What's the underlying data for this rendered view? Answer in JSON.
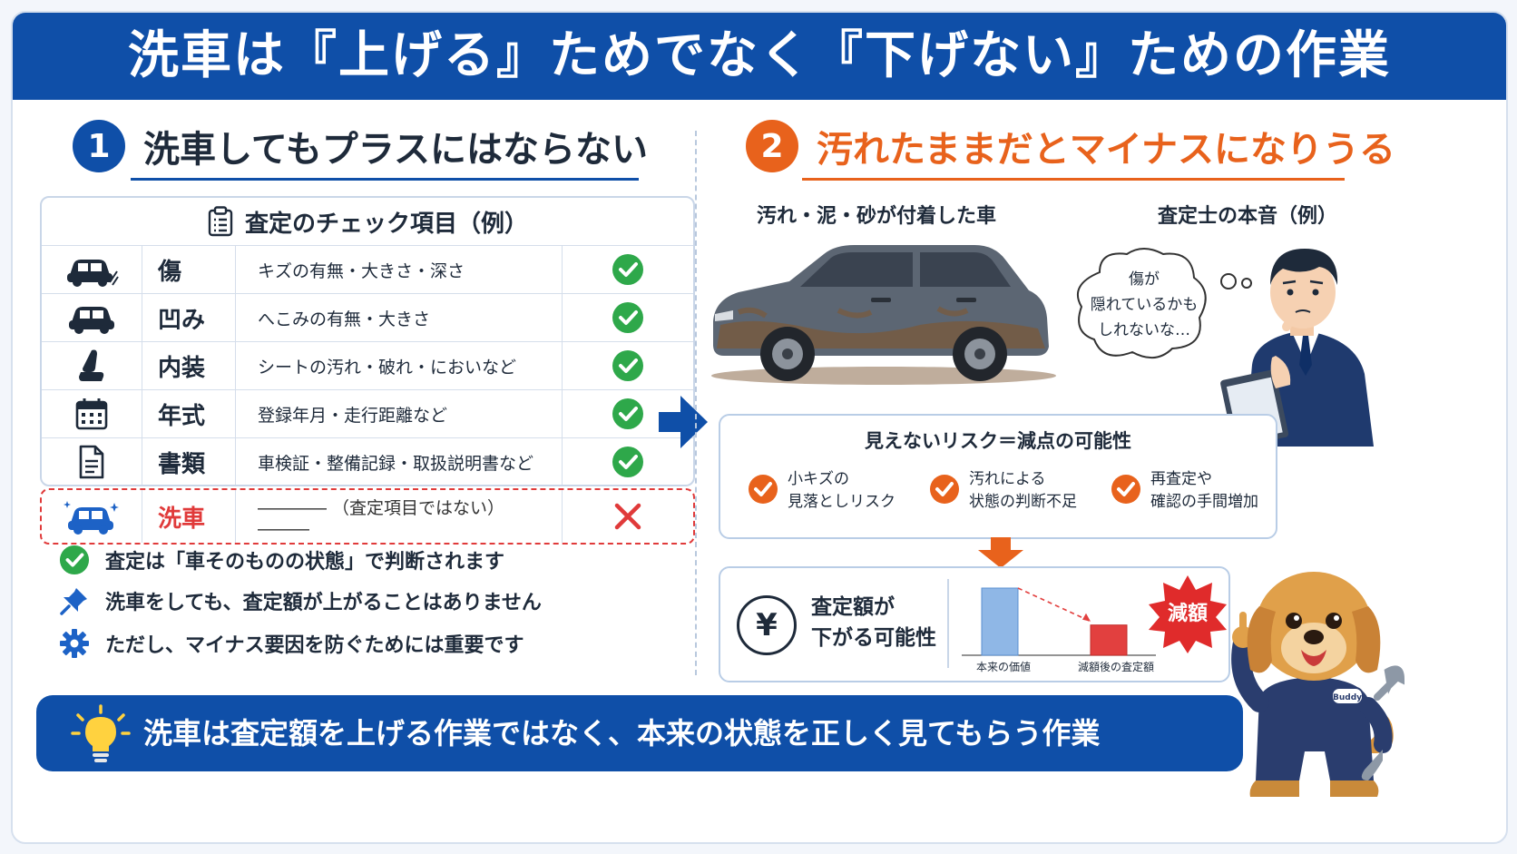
{
  "header": {
    "title": "洗車は『上げる』ためでなく『下げない』ための作業"
  },
  "section1": {
    "number": "1",
    "title": "洗車してもプラスにはならない",
    "table_title": "査定のチェック項目（例）",
    "rows": [
      {
        "icon": "damaged-car-icon",
        "name": "傷",
        "desc": "キズの有無・大きさ・深さ",
        "mark": "check"
      },
      {
        "icon": "car-icon",
        "name": "凹み",
        "desc": "へこみの有無・大きさ",
        "mark": "check"
      },
      {
        "icon": "car-seat-icon",
        "name": "内装",
        "desc": "シートの汚れ・破れ・においなど",
        "mark": "check"
      },
      {
        "icon": "calendar-icon",
        "name": "年式",
        "desc": "登録年月・走行距離など",
        "mark": "check"
      },
      {
        "icon": "document-icon",
        "name": "書類",
        "desc": "車検証・整備記録・取扱説明書など",
        "mark": "check"
      }
    ],
    "wash_row": {
      "icon": "sparkling-car-icon",
      "name": "洗車",
      "desc": "―――― （査定項目ではない） ―――",
      "mark": "cross"
    },
    "bullets": [
      {
        "icon": "check-circle-icon",
        "text": "査定は「車そのものの状態」で判断されます"
      },
      {
        "icon": "pin-icon",
        "text": "洗車をしても、査定額が上がることはありません"
      },
      {
        "icon": "gear-icon",
        "text": "ただし、マイナス要因を防ぐためには重要です"
      }
    ]
  },
  "section2": {
    "number": "2",
    "title": "汚れたままだとマイナスになりうる",
    "car_label": "汚れ・泥・砂が付着した車",
    "inspector_label": "査定士の本音（例）",
    "speech": [
      "傷が",
      "隠れているかも",
      "しれないな…"
    ],
    "risk_title": "見えないリスク＝減点の可能性",
    "risks": [
      {
        "line1": "小キズの",
        "line2": "見落としリスク"
      },
      {
        "line1": "汚れによる",
        "line2": "状態の判断不足"
      },
      {
        "line1": "再査定や",
        "line2": "確認の手間増加"
      }
    ],
    "drop": {
      "currency": "¥",
      "line1": "査定額が",
      "line2": "下がる可能性",
      "bars": [
        {
          "label": "本来の価値",
          "value": 1.0
        },
        {
          "label": "減額後の査定額",
          "value": 0.45
        }
      ],
      "badge": "減額"
    }
  },
  "mascot": {
    "badge_text": "Buddy"
  },
  "footer": {
    "text": "洗車は査定額を上げる作業ではなく、本来の状態を正しく見てもらう作業"
  },
  "colors": {
    "blue": "#0f4fa8",
    "orange": "#e8621c",
    "green": "#2ea84a",
    "red": "#e03a3a"
  }
}
